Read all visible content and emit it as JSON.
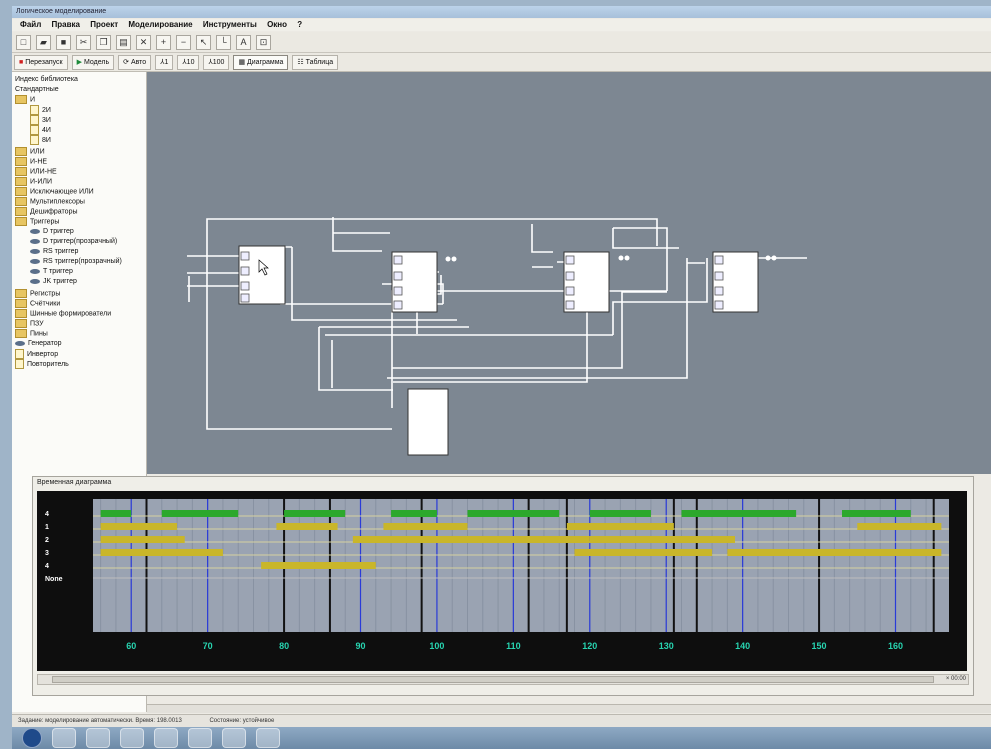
{
  "window": {
    "title": "Логическое моделирование"
  },
  "menu": [
    "Файл",
    "Правка",
    "Проект",
    "Моделирование",
    "Инструменты",
    "Окно",
    "?"
  ],
  "toolbar_icons": [
    "new-icon",
    "open-icon",
    "save-icon",
    "cut-icon",
    "copy-icon",
    "paste-icon",
    "delete-icon",
    "zoom-in-icon",
    "zoom-out-icon",
    "select-icon",
    "wire-icon",
    "text-icon",
    "label-icon"
  ],
  "toolbar2": {
    "reset": "Перезапуск",
    "model": "Модель",
    "auto": "Авто",
    "step1": "1",
    "step10": "10",
    "step100": "100",
    "diagram_tab": "Диаграмма",
    "table_tab": "Таблица"
  },
  "library": {
    "title": "Индекс библиотека",
    "std": "Стандартные",
    "and_group": "И",
    "and_items": [
      "2И",
      "3И",
      "4И",
      "8И"
    ],
    "groups1": [
      "ИЛИ",
      "И-НЕ",
      "ИЛИ-НЕ",
      "И-ИЛИ",
      "Исключающее ИЛИ",
      "Мультиплексоры",
      "Дешифраторы",
      "Триггеры"
    ],
    "triggers": [
      "D триггер",
      "D триггер(прозрачный)",
      "RS триггер",
      "RS триггер(прозрачный)",
      "T триггер",
      "JK триггер"
    ],
    "groups2": [
      "Регистры",
      "Счётчики",
      "Шинные формирователи",
      "ПЗУ",
      "Пины"
    ],
    "leaves": [
      "Генератор",
      "Инвертор",
      "Повторитель"
    ]
  },
  "timing": {
    "title": "Временная диаграмма",
    "zoom": "× 00:00",
    "rows": [
      "4",
      "1",
      "2",
      "3",
      "4",
      "None"
    ],
    "ticks": [
      "60",
      "70",
      "80",
      "90",
      "100",
      "110",
      "120",
      "130",
      "140",
      "150",
      "160"
    ],
    "tick_values": [
      60,
      70,
      80,
      90,
      100,
      110,
      120,
      130,
      140,
      150,
      160
    ],
    "colors": {
      "clock": "#2ca82c",
      "signal": "#c9b62a",
      "grid": "#2a3bd8",
      "tick_text": "#27d4b0"
    },
    "clock_high": [
      [
        56,
        60
      ],
      [
        64,
        74
      ],
      [
        80,
        88
      ],
      [
        94,
        100
      ],
      [
        104,
        116
      ],
      [
        120,
        128
      ],
      [
        132,
        147
      ],
      [
        153,
        162
      ]
    ],
    "s1_high": [
      [
        56,
        66
      ],
      [
        79,
        87
      ],
      [
        93,
        104
      ],
      [
        117,
        131
      ],
      [
        155,
        166
      ]
    ],
    "s2_high": [
      [
        56,
        67
      ],
      [
        89,
        120
      ],
      [
        120,
        139
      ]
    ],
    "s3_high": [
      [
        56,
        72
      ],
      [
        118,
        136
      ],
      [
        138,
        166
      ]
    ],
    "s4_high": [
      [
        77,
        92
      ]
    ]
  },
  "status": {
    "left": "Задание: моделирование автоматически. Время: 198.0013",
    "right": "Состояние: устойчивое"
  },
  "colors": {
    "canvas": "#7d8792",
    "wire": "#ffffff",
    "plot_bg": "#0e0e0e"
  }
}
